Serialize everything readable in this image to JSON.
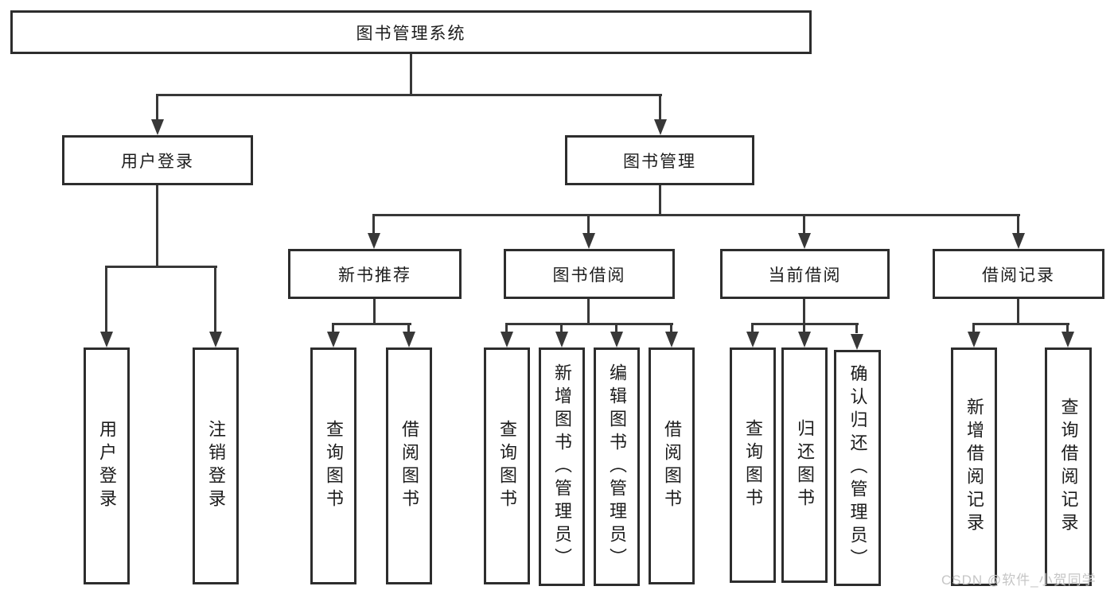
{
  "nodes": {
    "root": "图书管理系统",
    "level2": [
      "用户登录",
      "图书管理"
    ],
    "level3": [
      "新书推荐",
      "图书借阅",
      "当前借阅",
      "借阅记录"
    ],
    "leaves_user_login": [
      "用户登录",
      "注销登录"
    ],
    "leaves_new_book": [
      "查询图书",
      "借阅图书"
    ],
    "leaves_book_borrow": [
      "查询图书",
      "新增图书（管理员）",
      "编辑图书（管理员）",
      "借阅图书"
    ],
    "leaves_current_borrow": [
      "查询图书",
      "归还图书",
      "确认归还（管理员）"
    ],
    "leaves_borrow_record": [
      "新增借阅记录",
      "查询借阅记录"
    ]
  },
  "watermark": "CSDN @软件_小贺同学",
  "colors": {
    "line": "#383838",
    "border": "#2d2d2d",
    "text": "#1c1c1c",
    "watermark": "#c6c6c6",
    "background": "#ffffff"
  }
}
